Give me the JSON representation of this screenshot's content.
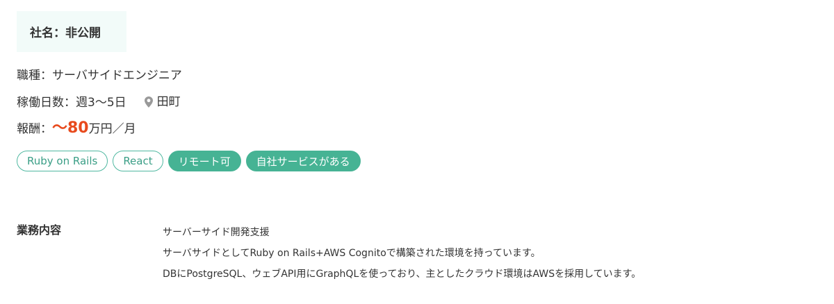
{
  "company": {
    "label": "社名：非公開"
  },
  "job": {
    "type_label": "職種：サーバサイドエンジニア",
    "days_label": "稼働日数：週3〜5日",
    "location_icon": "map-pin-icon",
    "location": "田町",
    "pay_prefix": "報酬：",
    "pay_amount": "〜80",
    "pay_suffix": "万円／月"
  },
  "tags": [
    {
      "label": "Ruby on Rails",
      "style": "outline"
    },
    {
      "label": "React",
      "style": "outline"
    },
    {
      "label": "リモート可",
      "style": "filled"
    },
    {
      "label": "自社サービスがある",
      "style": "filled"
    }
  ],
  "details": {
    "label": "業務内容",
    "lines": [
      "サーバーサイド開発支援",
      "サーバサイドとしてRuby on Rails+AWS Cognitoで構築された環境を持っています。",
      "DBにPostgreSQL、ウェブAPI用にGraphQLを使っており、主としたクラウド環境はAWSを採用しています。"
    ]
  },
  "colors": {
    "accent": "#46b394",
    "pay": "#e84a1d",
    "company_bg": "#f2fbf9",
    "icon": "#999999"
  }
}
